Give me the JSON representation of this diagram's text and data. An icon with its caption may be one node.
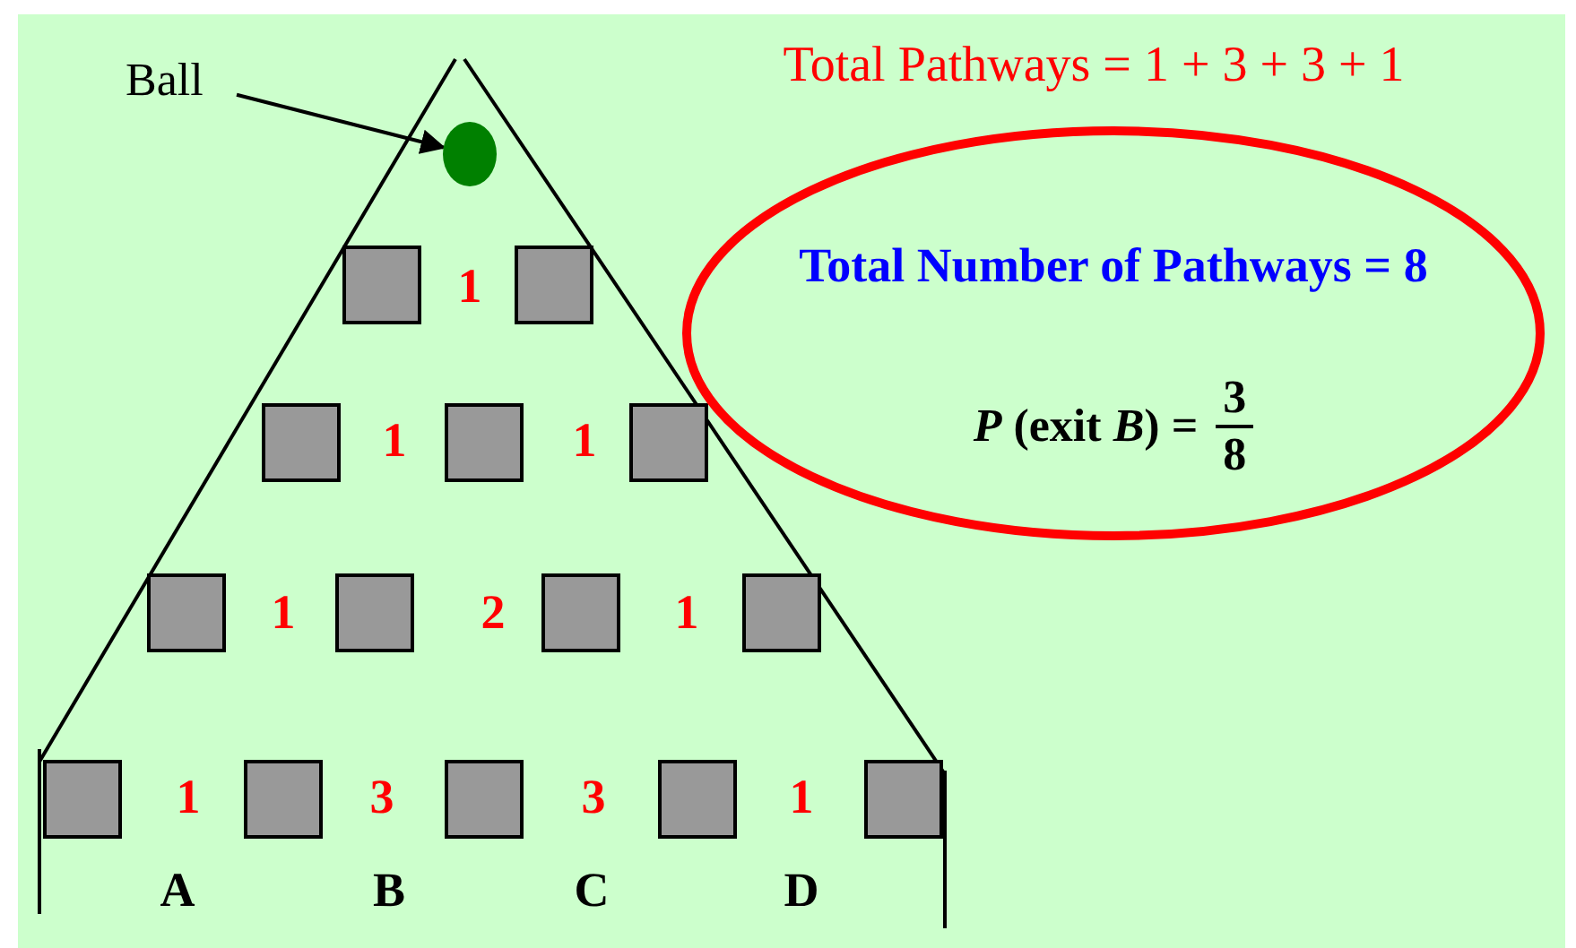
{
  "diagram": {
    "nodes": [
      {
        "text": [
          "Ball"
        ]
      },
      {
        "text": [],
        "shape": "circle"
      },
      {
        "text": [
          "Total Number of Pathways = 8",
          "*P* (exit *B*) =",
          "3",
          "8"
        ]
      }
    ],
    "edges": [
      {
        "from": 0,
        "to": 1,
        "arrow": "to"
      }
    ],
    "labels": [
      "Total Pathways = 1 + 3 + 3 + 1",
      "1",
      "1",
      "1",
      "1",
      "2",
      "1",
      "1",
      "3",
      "3",
      "1",
      "A",
      "B",
      "C",
      "D"
    ]
  }
}
